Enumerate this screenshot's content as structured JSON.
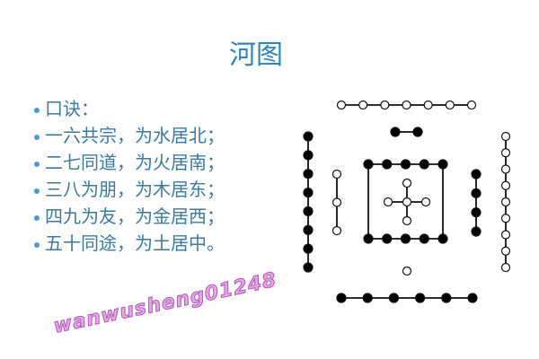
{
  "title": "河图",
  "items": [
    "口诀：",
    "一六共宗，为水居北；",
    "二七同道，为火居南；",
    "三八为朋，为木居东；",
    "四九为友，为金居西；",
    "五十同途，为土居中。"
  ],
  "watermark": "wanwusheng01248",
  "diagram": {
    "groups": [
      {
        "position": "top",
        "count": 7,
        "color": "white"
      },
      {
        "position": "inner-top",
        "count": 2,
        "color": "black"
      },
      {
        "position": "outer-left",
        "count": 8,
        "color": "black"
      },
      {
        "position": "inner-left",
        "count": 3,
        "color": "white"
      },
      {
        "position": "center-square",
        "count": 10,
        "color": "black"
      },
      {
        "position": "center-cross",
        "count": 5,
        "color": "white"
      },
      {
        "position": "inner-right",
        "count": 4,
        "color": "black"
      },
      {
        "position": "outer-right",
        "count": 9,
        "color": "white"
      },
      {
        "position": "inner-bottom",
        "count": 1,
        "color": "white"
      },
      {
        "position": "bottom",
        "count": 6,
        "color": "black"
      }
    ]
  }
}
